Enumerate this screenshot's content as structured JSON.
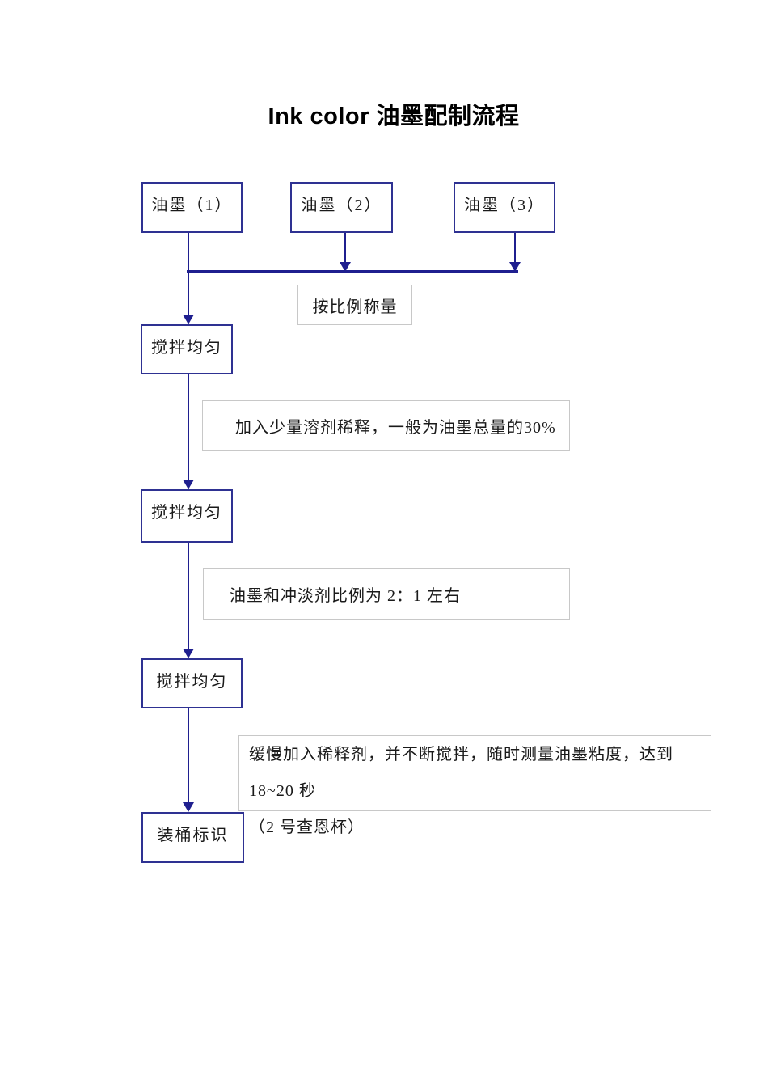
{
  "document": {
    "title": "Ink color  油墨配制流程"
  },
  "flowchart": {
    "source_boxes": [
      {
        "label": "油墨（1）"
      },
      {
        "label": "油墨（2）"
      },
      {
        "label": "油墨（3）"
      }
    ],
    "process_boxes": [
      {
        "label": "搅拌均匀"
      },
      {
        "label": "搅拌均匀"
      },
      {
        "label": "搅拌均匀"
      },
      {
        "label": "装桶标识"
      }
    ],
    "annotations": [
      {
        "text": "按比例称量"
      },
      {
        "text": "加入少量溶剂稀释，一般为油墨总量的30%"
      },
      {
        "text": "油墨和冲淡剂比例为 2：1 左右"
      },
      {
        "text_line1": "缓慢加入稀释剂，并不断搅拌，随时测量油墨粘度，达到 18~20 秒",
        "text_line2": "（2 号查恩杯）"
      }
    ],
    "colors": {
      "process_border": "#2e3192",
      "connector": "#1f1f8f",
      "annotation_border": "#c8c8c8",
      "text": "#1a1a1a"
    }
  }
}
